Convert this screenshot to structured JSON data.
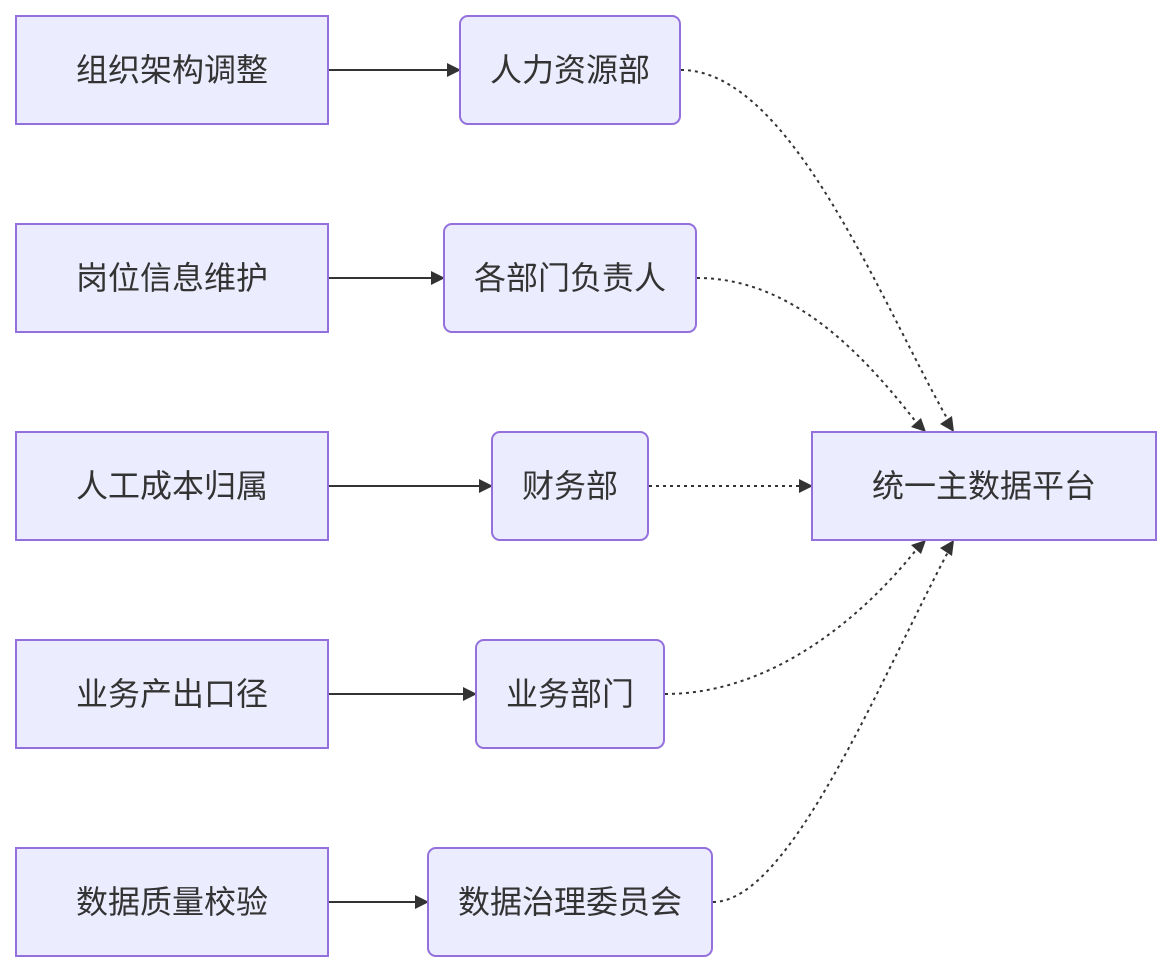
{
  "diagram": {
    "sources": [
      {
        "label": "组织架构调整"
      },
      {
        "label": "岗位信息维护"
      },
      {
        "label": "人工成本归属"
      },
      {
        "label": "业务产出口径"
      },
      {
        "label": "数据质量校验"
      }
    ],
    "owners": [
      {
        "label": "人力资源部"
      },
      {
        "label": "各部门负责人"
      },
      {
        "label": "财务部"
      },
      {
        "label": "业务部门"
      },
      {
        "label": "数据治理委员会"
      }
    ],
    "target": {
      "label": "统一主数据平台"
    },
    "colors": {
      "node_fill": "#ececff",
      "node_border": "#9370db",
      "edge": "#333333",
      "text": "#333333"
    }
  }
}
